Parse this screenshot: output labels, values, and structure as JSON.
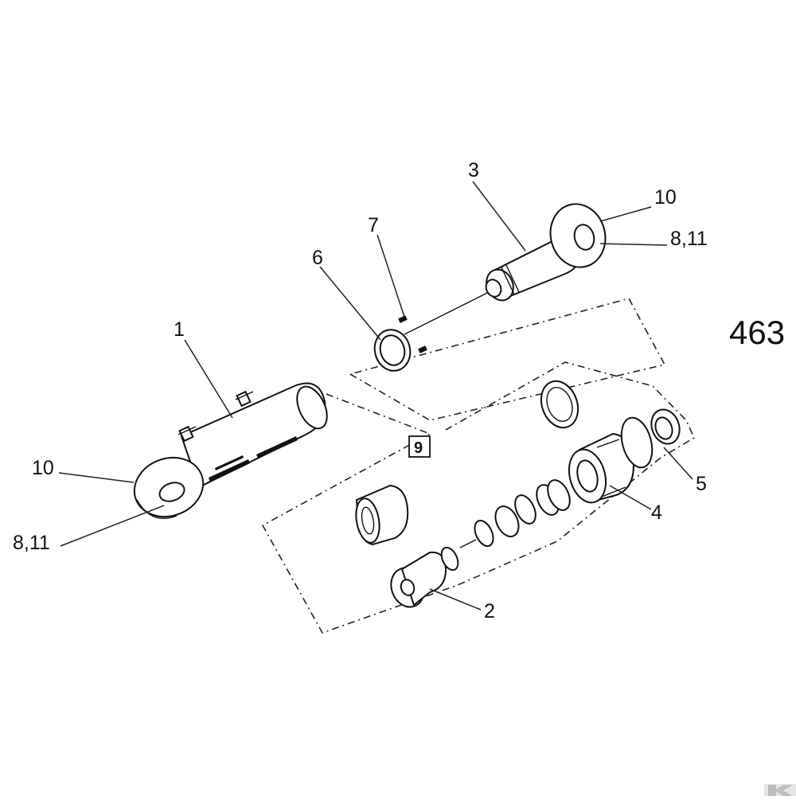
{
  "diagram": {
    "page_number": "463",
    "kit_label": "9",
    "labels": {
      "part_1": "1",
      "part_2": "2",
      "part_3": "3",
      "part_4": "4",
      "part_5": "5",
      "part_6": "6",
      "part_7": "7",
      "rod_eye_top": "10",
      "rod_eye_bushing": "8,11",
      "barrel_eye_top": "10",
      "barrel_eye_bushing": "8,11"
    }
  }
}
